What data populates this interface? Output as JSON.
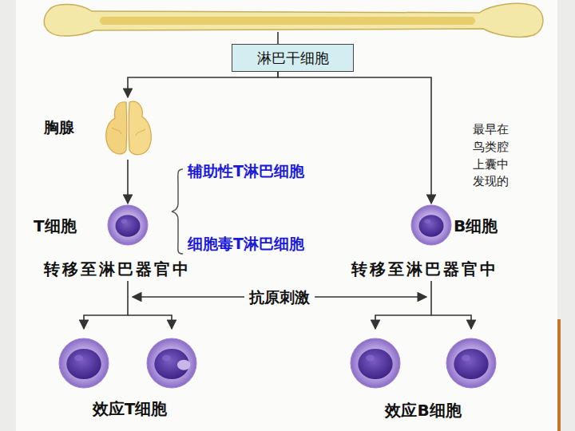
{
  "diagram": {
    "nodes": [
      {
        "text": [
          "淋巴干细胞"
        ]
      },
      {
        "text": [
          "胸腺"
        ]
      },
      {
        "text": [
          "T细胞",
          "转移至淋巴器官中"
        ]
      },
      {
        "text": [
          "B细胞",
          "转移至淋巴器官中"
        ]
      },
      {
        "text": [
          "效应T细胞"
        ]
      },
      {
        "text": [
          "效应B细胞"
        ]
      }
    ],
    "edges": [
      {
        "from": 0,
        "to": 1,
        "arrow": "to"
      },
      {
        "from": 0,
        "to": 3,
        "arrow": "to"
      },
      {
        "from": 1,
        "to": 2,
        "arrow": "to"
      },
      {
        "from": 2,
        "to": 4,
        "arrow": "to"
      },
      {
        "from": 3,
        "to": 5,
        "arrow": "to"
      }
    ],
    "labels": [
      "辅助性T淋巴细胞",
      "细胞毒T淋巴细胞",
      "最早在鸟类腔上囊中发现的",
      "抗原刺激"
    ]
  }
}
